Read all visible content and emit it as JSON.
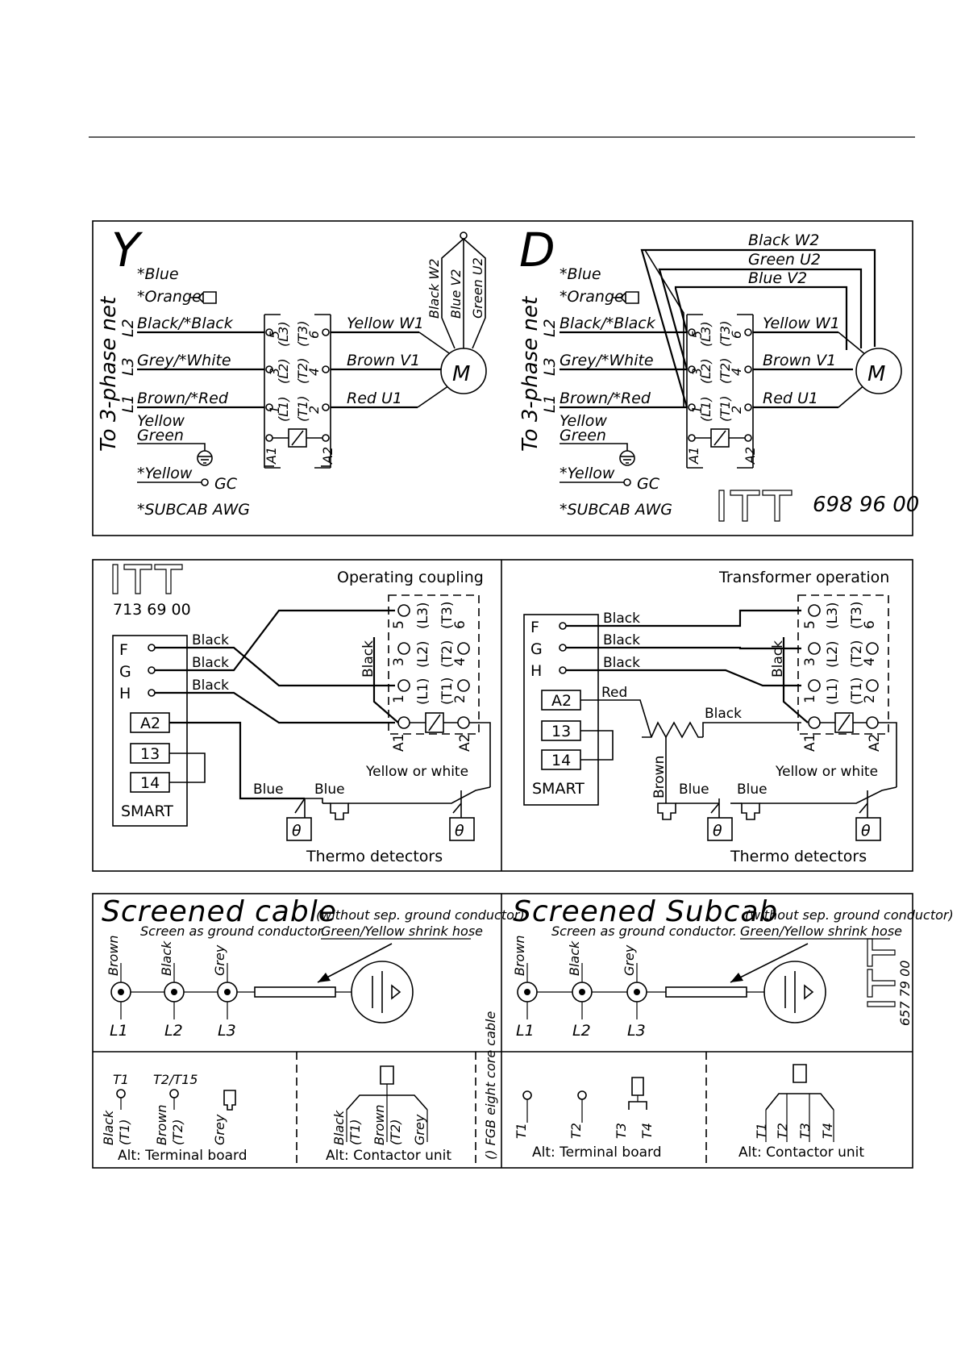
{
  "panel_y": {
    "letter": "Y",
    "star_blue": "*Blue",
    "star_orange": "*Orange",
    "to_net": "To 3-phase net",
    "l2": "L2",
    "l3": "L3",
    "l1": "L1",
    "black_black": "Black/*Black",
    "grey_white": "Grey/*White",
    "brown_red": "Brown/*Red",
    "yellow": "Yellow",
    "green": "Green",
    "star_yellow": "*Yellow",
    "gc": "GC",
    "subcab": "*SUBCAB AWG",
    "t5": "5",
    "t3": "3",
    "t1": "1",
    "t6": "6",
    "t4": "4",
    "t2": "2",
    "pl3": "(L3)",
    "pl2": "(L2)",
    "pl1": "(L1)",
    "pt3": "(T3)",
    "pt2": "(T2)",
    "pt1": "(T1)",
    "a1": "A1",
    "a2": "A2",
    "yellow_w1": "Yellow W1",
    "brown_v1": "Brown V1",
    "red_u1": "Red U1",
    "black_w2": "Black W2",
    "blue_v2": "Blue V2",
    "green_u2": "Green U2",
    "motor": "M"
  },
  "panel_d": {
    "letter": "D",
    "black_w2": "Black W2",
    "green_u2": "Green U2",
    "blue_v2": "Blue V2",
    "logo": "ITT",
    "code": "698 96 00"
  },
  "panel_op": {
    "logo": "ITT",
    "code": "713 69 00",
    "title": "Operating coupling",
    "f": "F",
    "g": "G",
    "h": "H",
    "black": "Black",
    "a2": "A2",
    "n13": "13",
    "n14": "14",
    "smart": "SMART",
    "blue": "Blue",
    "yellow_white": "Yellow or white",
    "theta": "θ",
    "thermo": "Thermo detectors"
  },
  "panel_tr": {
    "title": "Transformer operation",
    "red": "Red",
    "brown": "Brown",
    "black": "Black"
  },
  "panel_sc": {
    "title": "Screened cable",
    "note": "(without sep. ground conductor)",
    "screen": "Screen as ground conductor.",
    "hose": "Green/Yellow shrink hose",
    "brown": "Brown",
    "black": "Black",
    "grey": "Grey",
    "l1": "L1",
    "l2": "L2",
    "l3": "L3",
    "t1": "T1",
    "t2t15": "T2/T15",
    "black_t1": "Black",
    "pt1": "(T1)",
    "brown_t2": "Brown",
    "pt2": "(T2)",
    "alt_tb": "Alt: Terminal board",
    "alt_cu": "Alt: Contactor unit",
    "fgb": "() FGB eight core cable"
  },
  "panel_ss": {
    "title": "Screened Subcab",
    "code": "657 79 00",
    "logo": "ITT",
    "t1": "T1",
    "t2": "T2",
    "t3": "T3",
    "t4": "T4"
  }
}
